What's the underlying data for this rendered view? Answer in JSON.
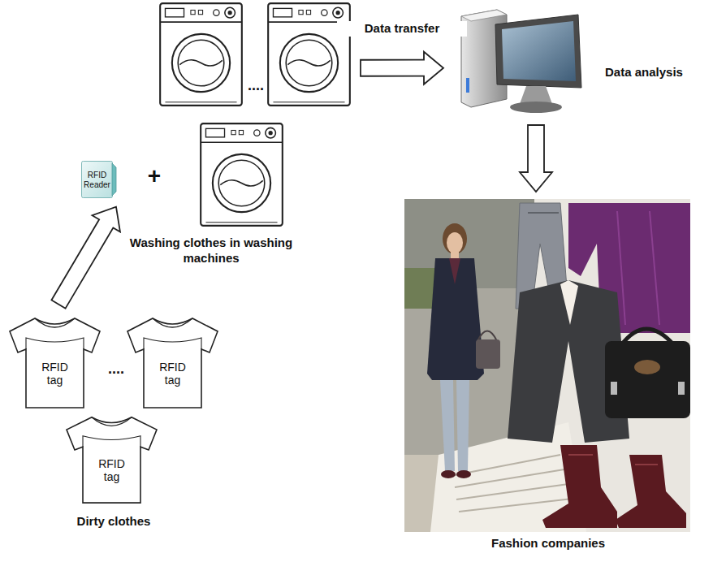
{
  "diagram": {
    "nodes": [
      {
        "text": [
          "Dirty clothes"
        ]
      },
      {
        "text": [
          "RFID tag"
        ],
        "in": 0
      },
      {
        "text": [
          "RFID tag"
        ],
        "in": 0
      },
      {
        "text": [
          "RFID tag"
        ],
        "in": 0
      },
      {
        "text": [
          "RFID Reader"
        ]
      },
      {
        "text": [
          "Washing clothes in washing machines"
        ]
      },
      {
        "text": [
          "Data analysis"
        ]
      },
      {
        "text": [
          "Fashion companies"
        ]
      }
    ],
    "edges": [
      {
        "from": 0,
        "to": 5,
        "arrow": "to"
      },
      {
        "from": 5,
        "to": 6,
        "label": "Data transfer",
        "arrow": "to"
      },
      {
        "from": 6,
        "to": 7,
        "arrow": "to"
      }
    ],
    "labels": [
      "....",
      "+",
      "...."
    ]
  }
}
